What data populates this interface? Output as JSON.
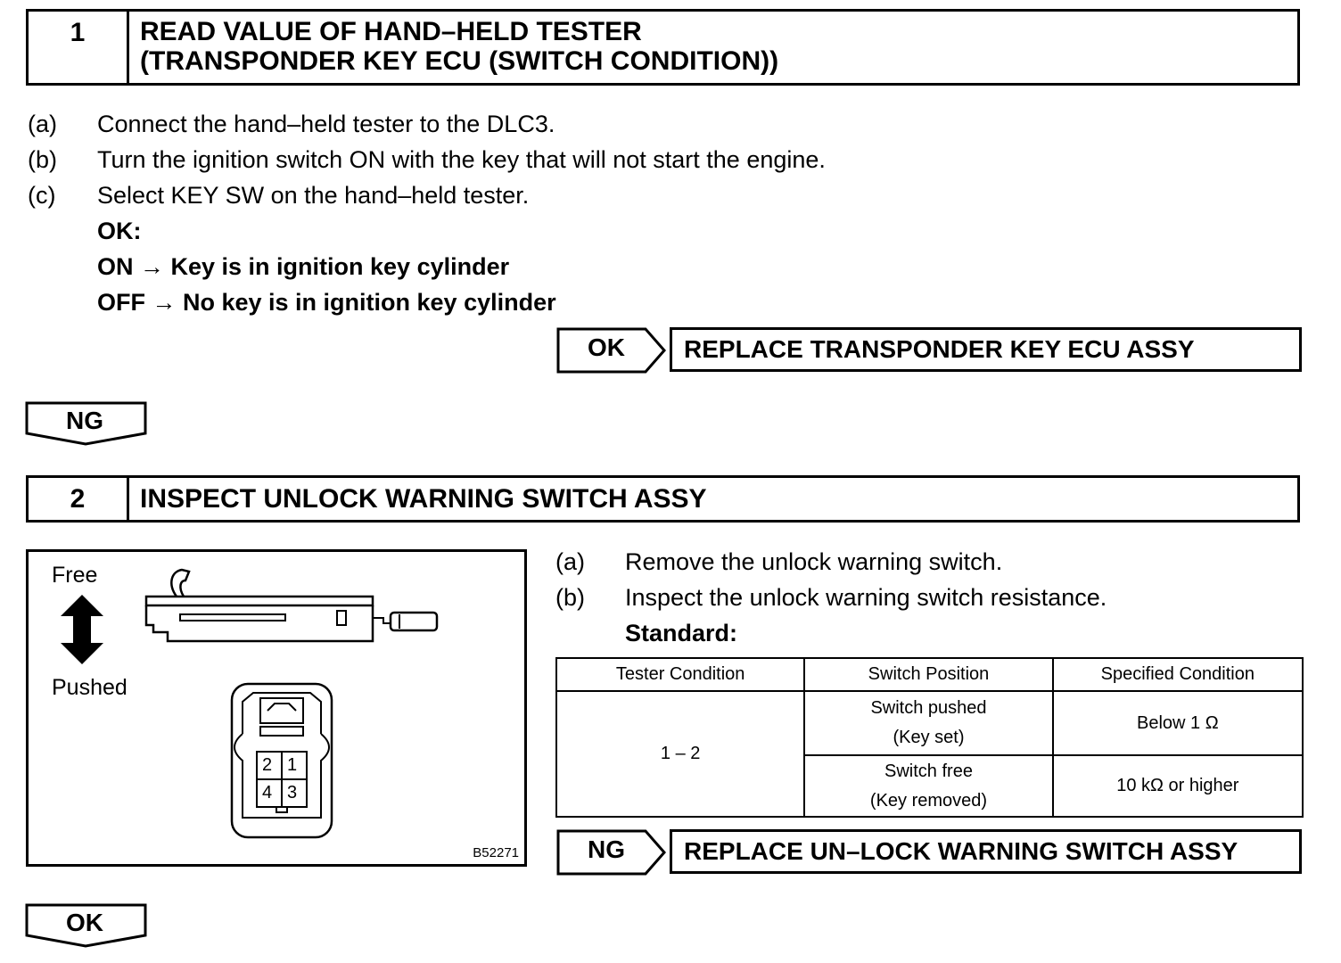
{
  "step1": {
    "number": "1",
    "title_line1": "READ VALUE OF HAND–HELD TESTER",
    "title_line2": "(TRANSPONDER KEY ECU (SWITCH CONDITION))",
    "instructions": [
      {
        "label": "(a)",
        "text": "Connect the hand–held tester to the DLC3."
      },
      {
        "label": "(b)",
        "text": "Turn the ignition switch ON with the key that will not start the engine."
      },
      {
        "label": "(c)",
        "text": "Select KEY SW on the hand–held tester."
      }
    ],
    "ok_heading": "OK:",
    "ok_on": "ON → Key is in ignition key cylinder",
    "ok_off": "OFF → No key is in ignition key cylinder",
    "result_label": "OK",
    "result_action": "REPLACE TRANSPONDER KEY ECU ASSY",
    "next_label": "NG"
  },
  "step2": {
    "number": "2",
    "title": "INSPECT UNLOCK WARNING SWITCH ASSY",
    "instructions": [
      {
        "label": "(a)",
        "text": "Remove the unlock warning switch."
      },
      {
        "label": "(b)",
        "text": "Inspect the unlock warning switch resistance."
      }
    ],
    "standard_heading": "Standard:",
    "table": {
      "headers": [
        "Tester Condition",
        "Switch Position",
        "Specified Condition"
      ],
      "tester_condition": "1 – 2",
      "rows": [
        {
          "position_line1": "Switch pushed",
          "position_line2": "(Key set)",
          "condition": "Below 1 Ω"
        },
        {
          "position_line1": "Switch free",
          "position_line2": "(Key removed)",
          "condition": "10 kΩ or higher"
        }
      ]
    },
    "figure": {
      "free_label": "Free",
      "pushed_label": "Pushed",
      "pin_labels": [
        "2",
        "1",
        "4",
        "3"
      ],
      "code": "B52271"
    },
    "result_label": "NG",
    "result_action": "REPLACE UN–LOCK WARNING SWITCH ASSY",
    "next_label": "OK"
  }
}
